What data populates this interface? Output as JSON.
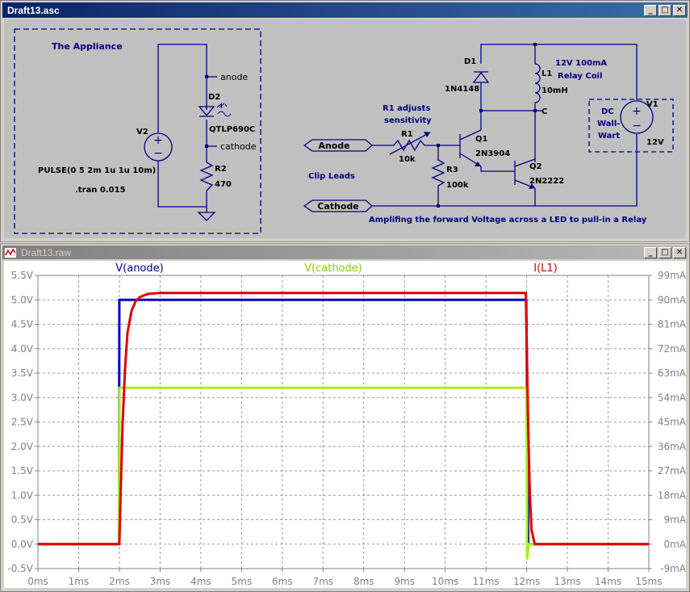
{
  "schematic": {
    "title": "Draft13.asc",
    "labels": {
      "appliance": "The Appliance",
      "anode_net": "anode",
      "cathode_net": "cathode",
      "d2_name": "D2",
      "d2_value": "QTLP690C",
      "v2_name": "V2",
      "r2_name": "R2",
      "r2_value": "470",
      "pulse": "PULSE(0 5 2m 1u 1u 10m)",
      "tran": ".tran 0.015",
      "d1_name": "D1",
      "d1_value": "1N4148",
      "l1_name": "L1",
      "l1_value": "10mH",
      "relay_note1": "12V 100mA",
      "relay_note2": "Relay Coil",
      "c_net": "C",
      "r1_note1": "R1 adjusts",
      "r1_note2": "sensitivity",
      "r1_name": "R1",
      "r1_value": "10k",
      "q1_name": "Q1",
      "q1_value": "2N3904",
      "q2_name": "Q2",
      "q2_value": "2N2222",
      "r3_name": "R3",
      "r3_value": "100k",
      "anode_port": "Anode",
      "cathode_port": "Cathode",
      "clip_leads": "Clip Leads",
      "wallwart1": "DC",
      "wallwart2": "Wall-",
      "wallwart3": "Wart",
      "v1_name": "V1",
      "v1_value": "12V",
      "footer_note": "Amplifing the forward Voltage across a LED to pull-in a Relay"
    }
  },
  "waveform": {
    "title": "Draft13.raw",
    "trace_labels": [
      "V(anode)",
      "V(cathode)",
      "I(L1)"
    ],
    "left_ticks": [
      "5.5V",
      "5.0V",
      "4.5V",
      "4.0V",
      "3.5V",
      "3.0V",
      "2.5V",
      "2.0V",
      "1.5V",
      "1.0V",
      "0.5V",
      "0.0V",
      "-0.5V"
    ],
    "right_ticks": [
      "99mA",
      "90mA",
      "81mA",
      "72mA",
      "63mA",
      "54mA",
      "45mA",
      "36mA",
      "27mA",
      "18mA",
      "9mA",
      "0mA",
      "-9mA"
    ],
    "x_ticks": [
      "0ms",
      "1ms",
      "2ms",
      "3ms",
      "4ms",
      "5ms",
      "6ms",
      "7ms",
      "8ms",
      "9ms",
      "10ms",
      "11ms",
      "12ms",
      "13ms",
      "14ms",
      "15ms"
    ]
  },
  "chart_data": {
    "type": "line",
    "x_unit": "ms",
    "xlim": [
      0,
      15
    ],
    "ylim_left": [
      -0.5,
      5.5
    ],
    "ylim_right": [
      -9,
      99
    ],
    "grid": true,
    "series": [
      {
        "name": "V(anode)",
        "axis": "left",
        "color": "#0000c0",
        "x": [
          0,
          1.99,
          2.0,
          11.99,
          12.0,
          12.04,
          15
        ],
        "y": [
          0,
          0,
          5.0,
          5.0,
          4.1,
          0,
          0
        ]
      },
      {
        "name": "V(cathode)",
        "axis": "left",
        "color": "#aaee22",
        "x": [
          0,
          1.99,
          2.0,
          11.99,
          12.0,
          12.01,
          12.05,
          15
        ],
        "y": [
          0,
          0,
          3.2,
          3.2,
          2.4,
          -0.3,
          0,
          0
        ]
      },
      {
        "name": "I(L1)",
        "axis": "right",
        "color": "#e00000",
        "x": [
          0,
          2.0,
          2.03,
          2.08,
          2.14,
          2.2,
          2.3,
          2.4,
          2.5,
          2.7,
          3.0,
          11.98,
          12.0,
          12.04,
          12.08,
          12.12,
          12.2,
          12.3,
          15
        ],
        "y": [
          0,
          0,
          18,
          45,
          65,
          78,
          86,
          89.5,
          91,
          92.2,
          92.5,
          92.5,
          75,
          42,
          18,
          5,
          0,
          0,
          0
        ]
      }
    ]
  }
}
